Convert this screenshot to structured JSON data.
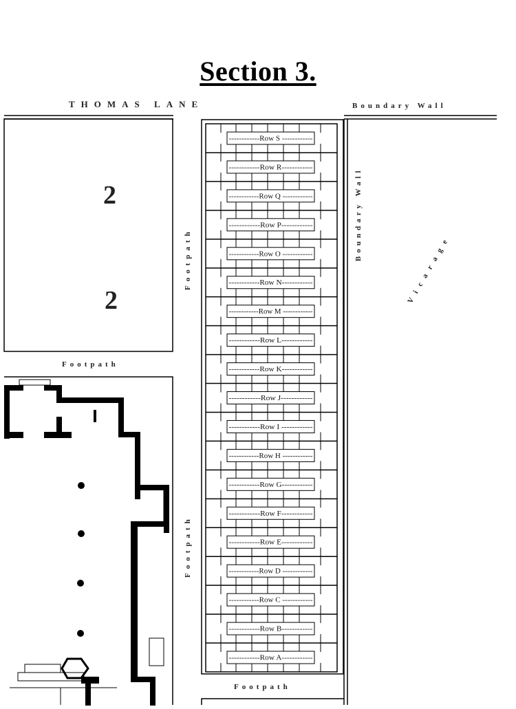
{
  "title": "Section 3.",
  "labels": {
    "thomas_lane": "THOMAS LANE",
    "boundary_wall_top": "Boundary Wall",
    "boundary_wall_side": "Boundary Wall",
    "vicarage": "Vicarage",
    "footpath_upper_vertical": "Footpath",
    "footpath_lower_vertical": "Footpath",
    "footpath_middle": "Footpath",
    "footpath_bottom": "Footpath",
    "plot_number_upper": "2",
    "plot_number_lower": "2"
  },
  "rows": [
    "------------Row S ------------",
    "------------Row R------------",
    "------------Row Q ------------",
    "------------Row P------------",
    "------------Row O ------------",
    "------------Row N------------",
    "------------Row M ------------",
    "------------Row L------------",
    "------------Row K------------",
    "------------Row J------------",
    "------------Row I ------------",
    "------------Row H ------------",
    "------------Row G------------",
    "------------Row F------------",
    "------------Row E------------",
    "------------Row D ------------",
    "------------Row C ------------",
    "------------Row B------------",
    "------------Row A------------"
  ],
  "colors": {
    "ink": "#000000",
    "label": "#222222",
    "background": "#ffffff"
  }
}
